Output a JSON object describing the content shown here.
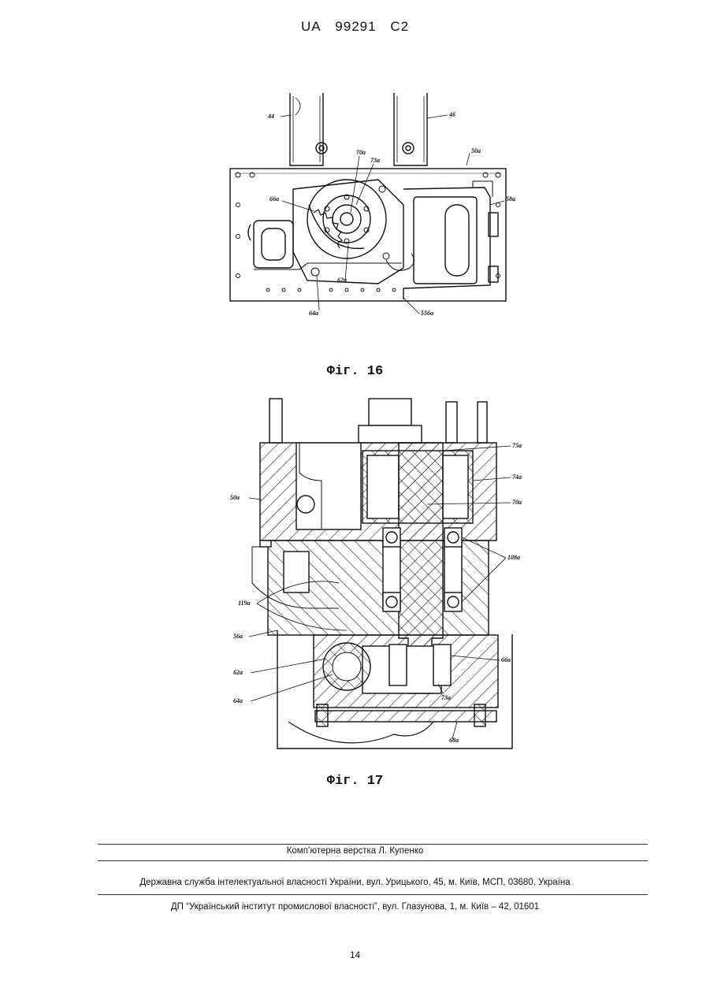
{
  "header": {
    "country": "UA",
    "number": "99291",
    "kind": "C2"
  },
  "fig16": {
    "caption": "Фіг. 16",
    "labels": {
      "l44": "44",
      "l46": "46",
      "l50a": "50a",
      "l70a": "70a",
      "l73a": "73a",
      "l66a": "66a",
      "l58a": "58a",
      "l62a": "62a",
      "l64a": "64a",
      "l556a": "556a"
    }
  },
  "fig17": {
    "caption": "Фіг. 17",
    "labels": {
      "l75a": "75a",
      "l74a": "74a",
      "l70a": "70a",
      "l50a": "50a",
      "l108a": "108a",
      "l119a": "119a",
      "l56a": "56a",
      "l62a": "62a",
      "l64a": "64a",
      "l66a": "66a",
      "l73a": "73a",
      "l68a": "68a"
    }
  },
  "footer": {
    "layout": "Комп’ютерна верстка Л. Купенко",
    "service": "Державна служба інтелектуальної власності України, вул. Урицького, 45, м. Київ, МСП, 03680, Україна",
    "institute": "ДП “Український інститут промислової власності”, вул. Глазунова, 1, м. Київ – 42, 01601"
  },
  "page_number": "14"
}
